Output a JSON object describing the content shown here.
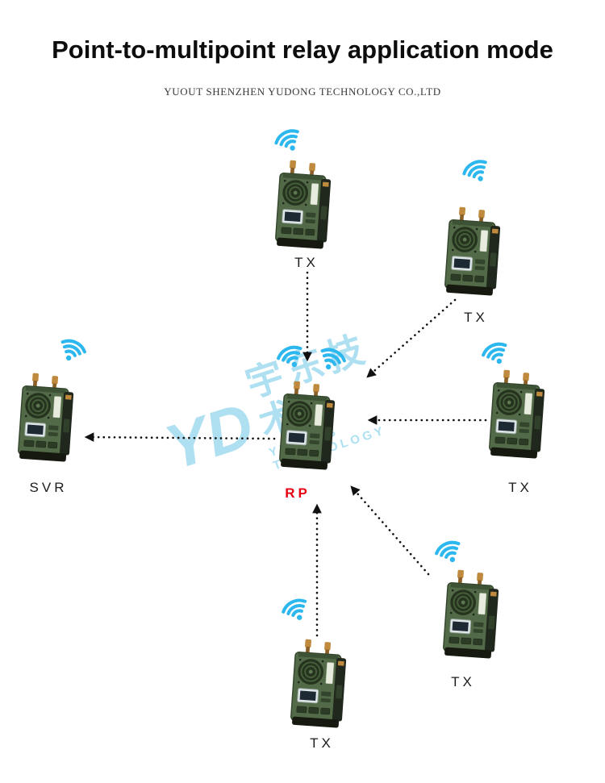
{
  "header": {
    "title": "Point-to-multipoint relay application mode",
    "subtitle": "YUOUT SHENZHEN YUDONG TECHNOLOGY CO.,LTD"
  },
  "watermark": {
    "logo": "YD",
    "cn": "宇东技术",
    "en": "YUDONG TECHNOLOGY"
  },
  "nodes": {
    "tx_top": {
      "label": "TX"
    },
    "tx_top_right": {
      "label": "TX"
    },
    "tx_right": {
      "label": "TX"
    },
    "tx_bottom_right": {
      "label": "TX"
    },
    "tx_bottom": {
      "label": "TX"
    },
    "svr": {
      "label": "SVR"
    },
    "rp": {
      "label": "RP"
    }
  },
  "colors": {
    "wifi": "#2cb7ee",
    "rp_label": "#e60012",
    "device_body": "#526a47",
    "arrow": "#111111",
    "watermark": "#3fb6e0"
  }
}
